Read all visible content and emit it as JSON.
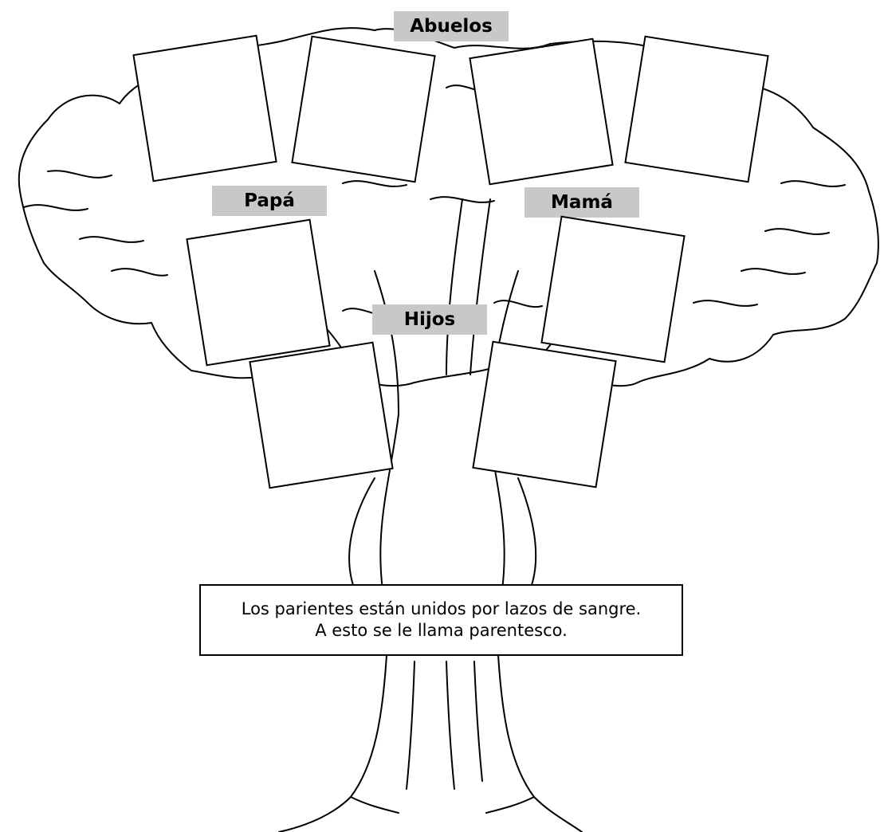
{
  "labels": {
    "grandparents": "Abuelos",
    "father": "Papá",
    "mother": "Mamá",
    "children": "Hijos"
  },
  "caption": {
    "line1": "Los parientes están unidos por lazos de sangre.",
    "line2": "A esto se le llama parentesco."
  }
}
